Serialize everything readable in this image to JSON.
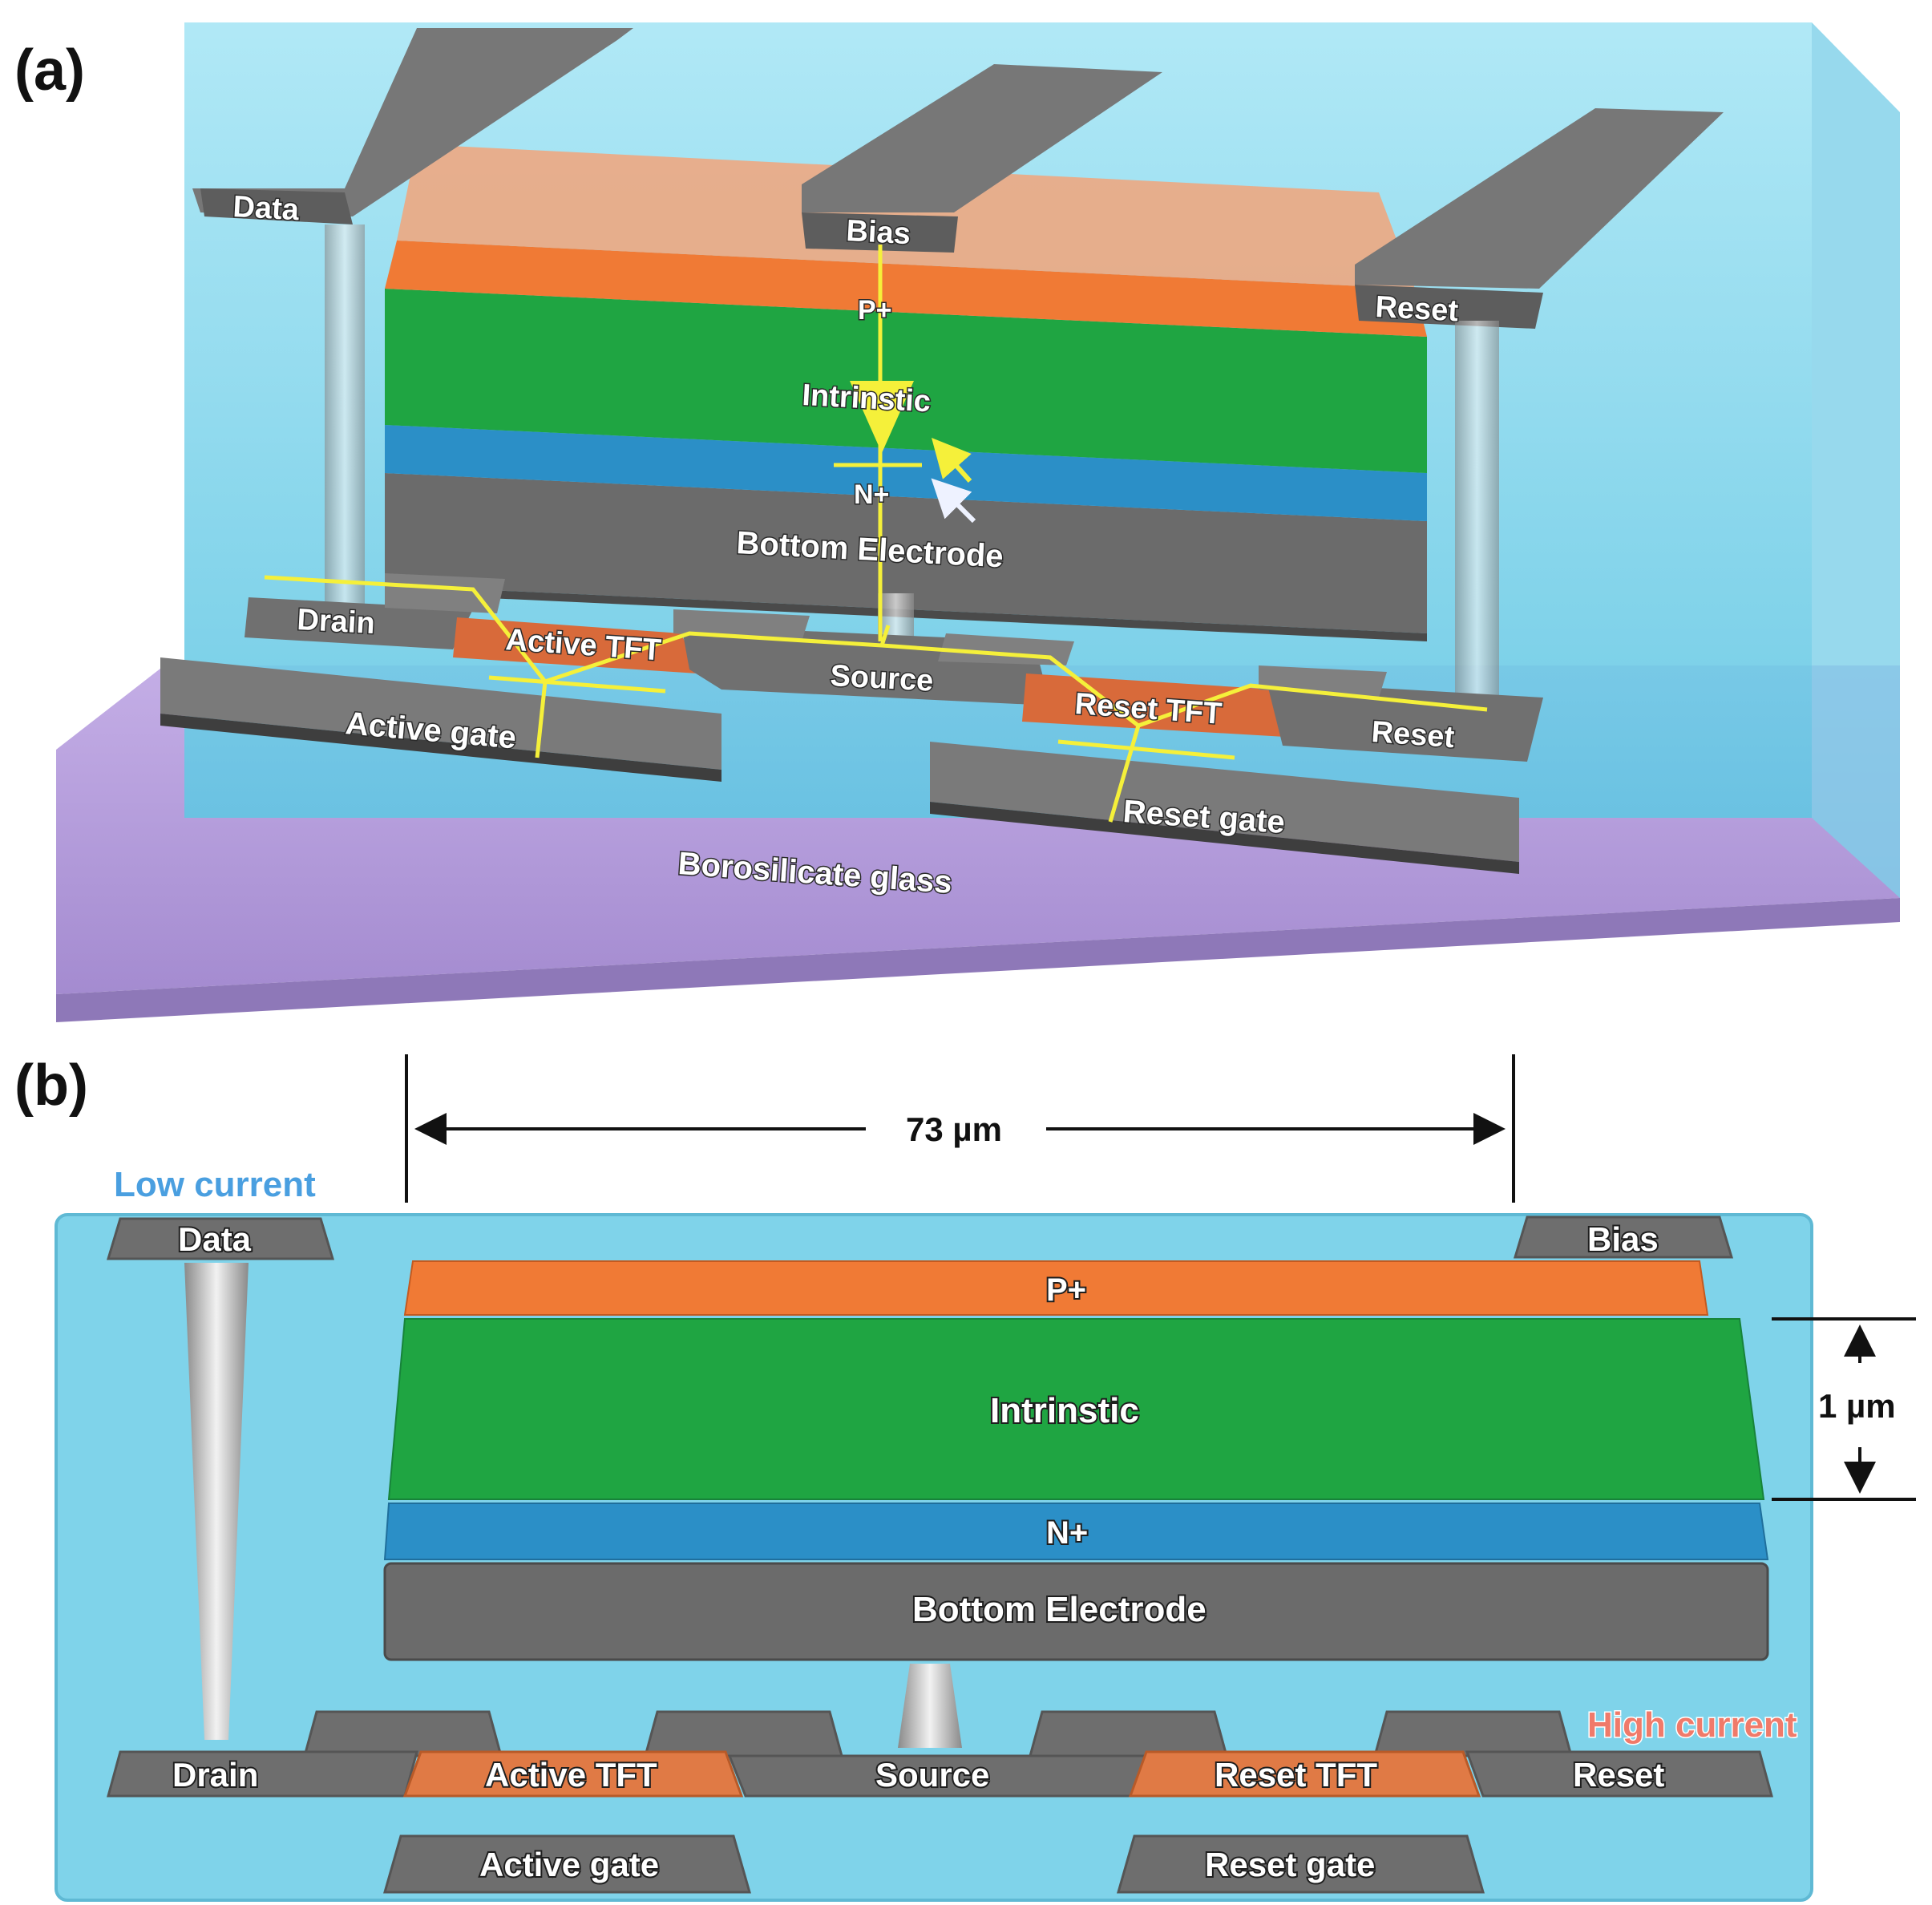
{
  "panel_a": {
    "tag": "(a)",
    "labels": {
      "data": "Data",
      "bias": "Bias",
      "reset_top": "Reset",
      "p_plus": "P+",
      "intrinsic": "Intrinstic",
      "n_plus": "N+",
      "bottom_electrode": "Bottom Electrode",
      "drain": "Drain",
      "active_tft": "Active TFT",
      "source": "Source",
      "reset_tft": "Reset TFT",
      "reset_bottom": "Reset",
      "active_gate": "Active gate",
      "reset_gate": "Reset gate",
      "substrate": "Borosilicate glass"
    }
  },
  "panel_b": {
    "tag": "(b)",
    "width_dimension": "73 µm",
    "thickness_dimension": "1 µm",
    "low_current": "Low current",
    "high_current": "High current",
    "labels": {
      "data": "Data",
      "bias": "Bias",
      "p_plus": "P+",
      "intrinsic": "Intrinstic",
      "n_plus": "N+",
      "bottom_electrode": "Bottom Electrode",
      "drain": "Drain",
      "active_tft": "Active TFT",
      "source": "Source",
      "reset_tft": "Reset TFT",
      "reset": "Reset",
      "active_gate": "Active gate",
      "reset_gate": "Reset gate"
    }
  },
  "colors": {
    "encapsulant": "#7fd3ea",
    "p_plus": "#f07a35",
    "intrinsic": "#1fa542",
    "n_plus": "#2b8fc7",
    "metal": "#6e6e6e",
    "substrate": "#b39ad9",
    "current_path": "#f5f03a",
    "low_current": "#4a9fe0",
    "high_current": "#f07a6a"
  }
}
